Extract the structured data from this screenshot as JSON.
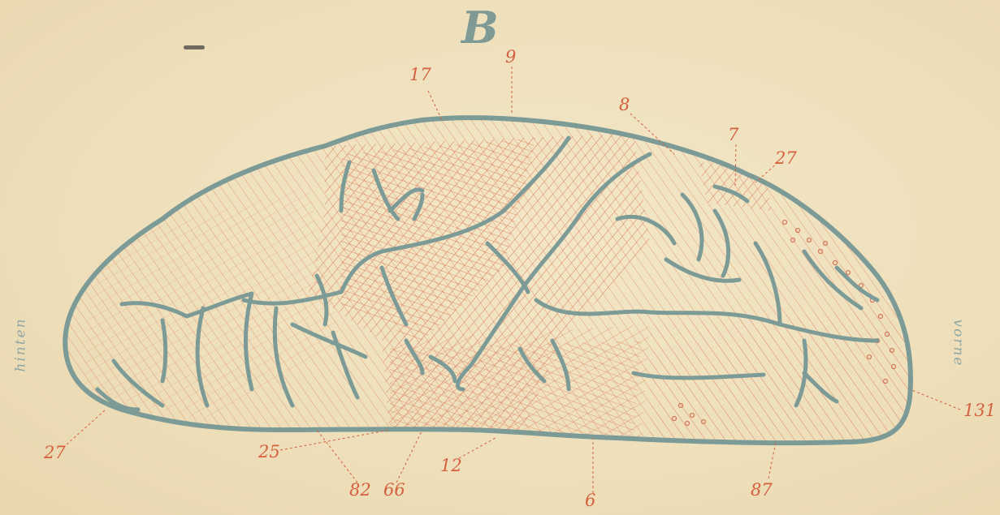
{
  "plate": {
    "letter": "B",
    "label_left": "hinten",
    "label_right": "vorne"
  },
  "area_numbers": {
    "n17": "17",
    "n9": "9",
    "n8": "8",
    "n7": "7",
    "n27_top": "27",
    "n27_left": "27",
    "n25": "25",
    "n82": "82",
    "n66": "66",
    "n12": "12",
    "n6": "6",
    "n87": "87",
    "n131": "131"
  },
  "colors": {
    "paper": "#efe2bf",
    "outline": "#7c9b97",
    "hatch": "#d4603f"
  }
}
